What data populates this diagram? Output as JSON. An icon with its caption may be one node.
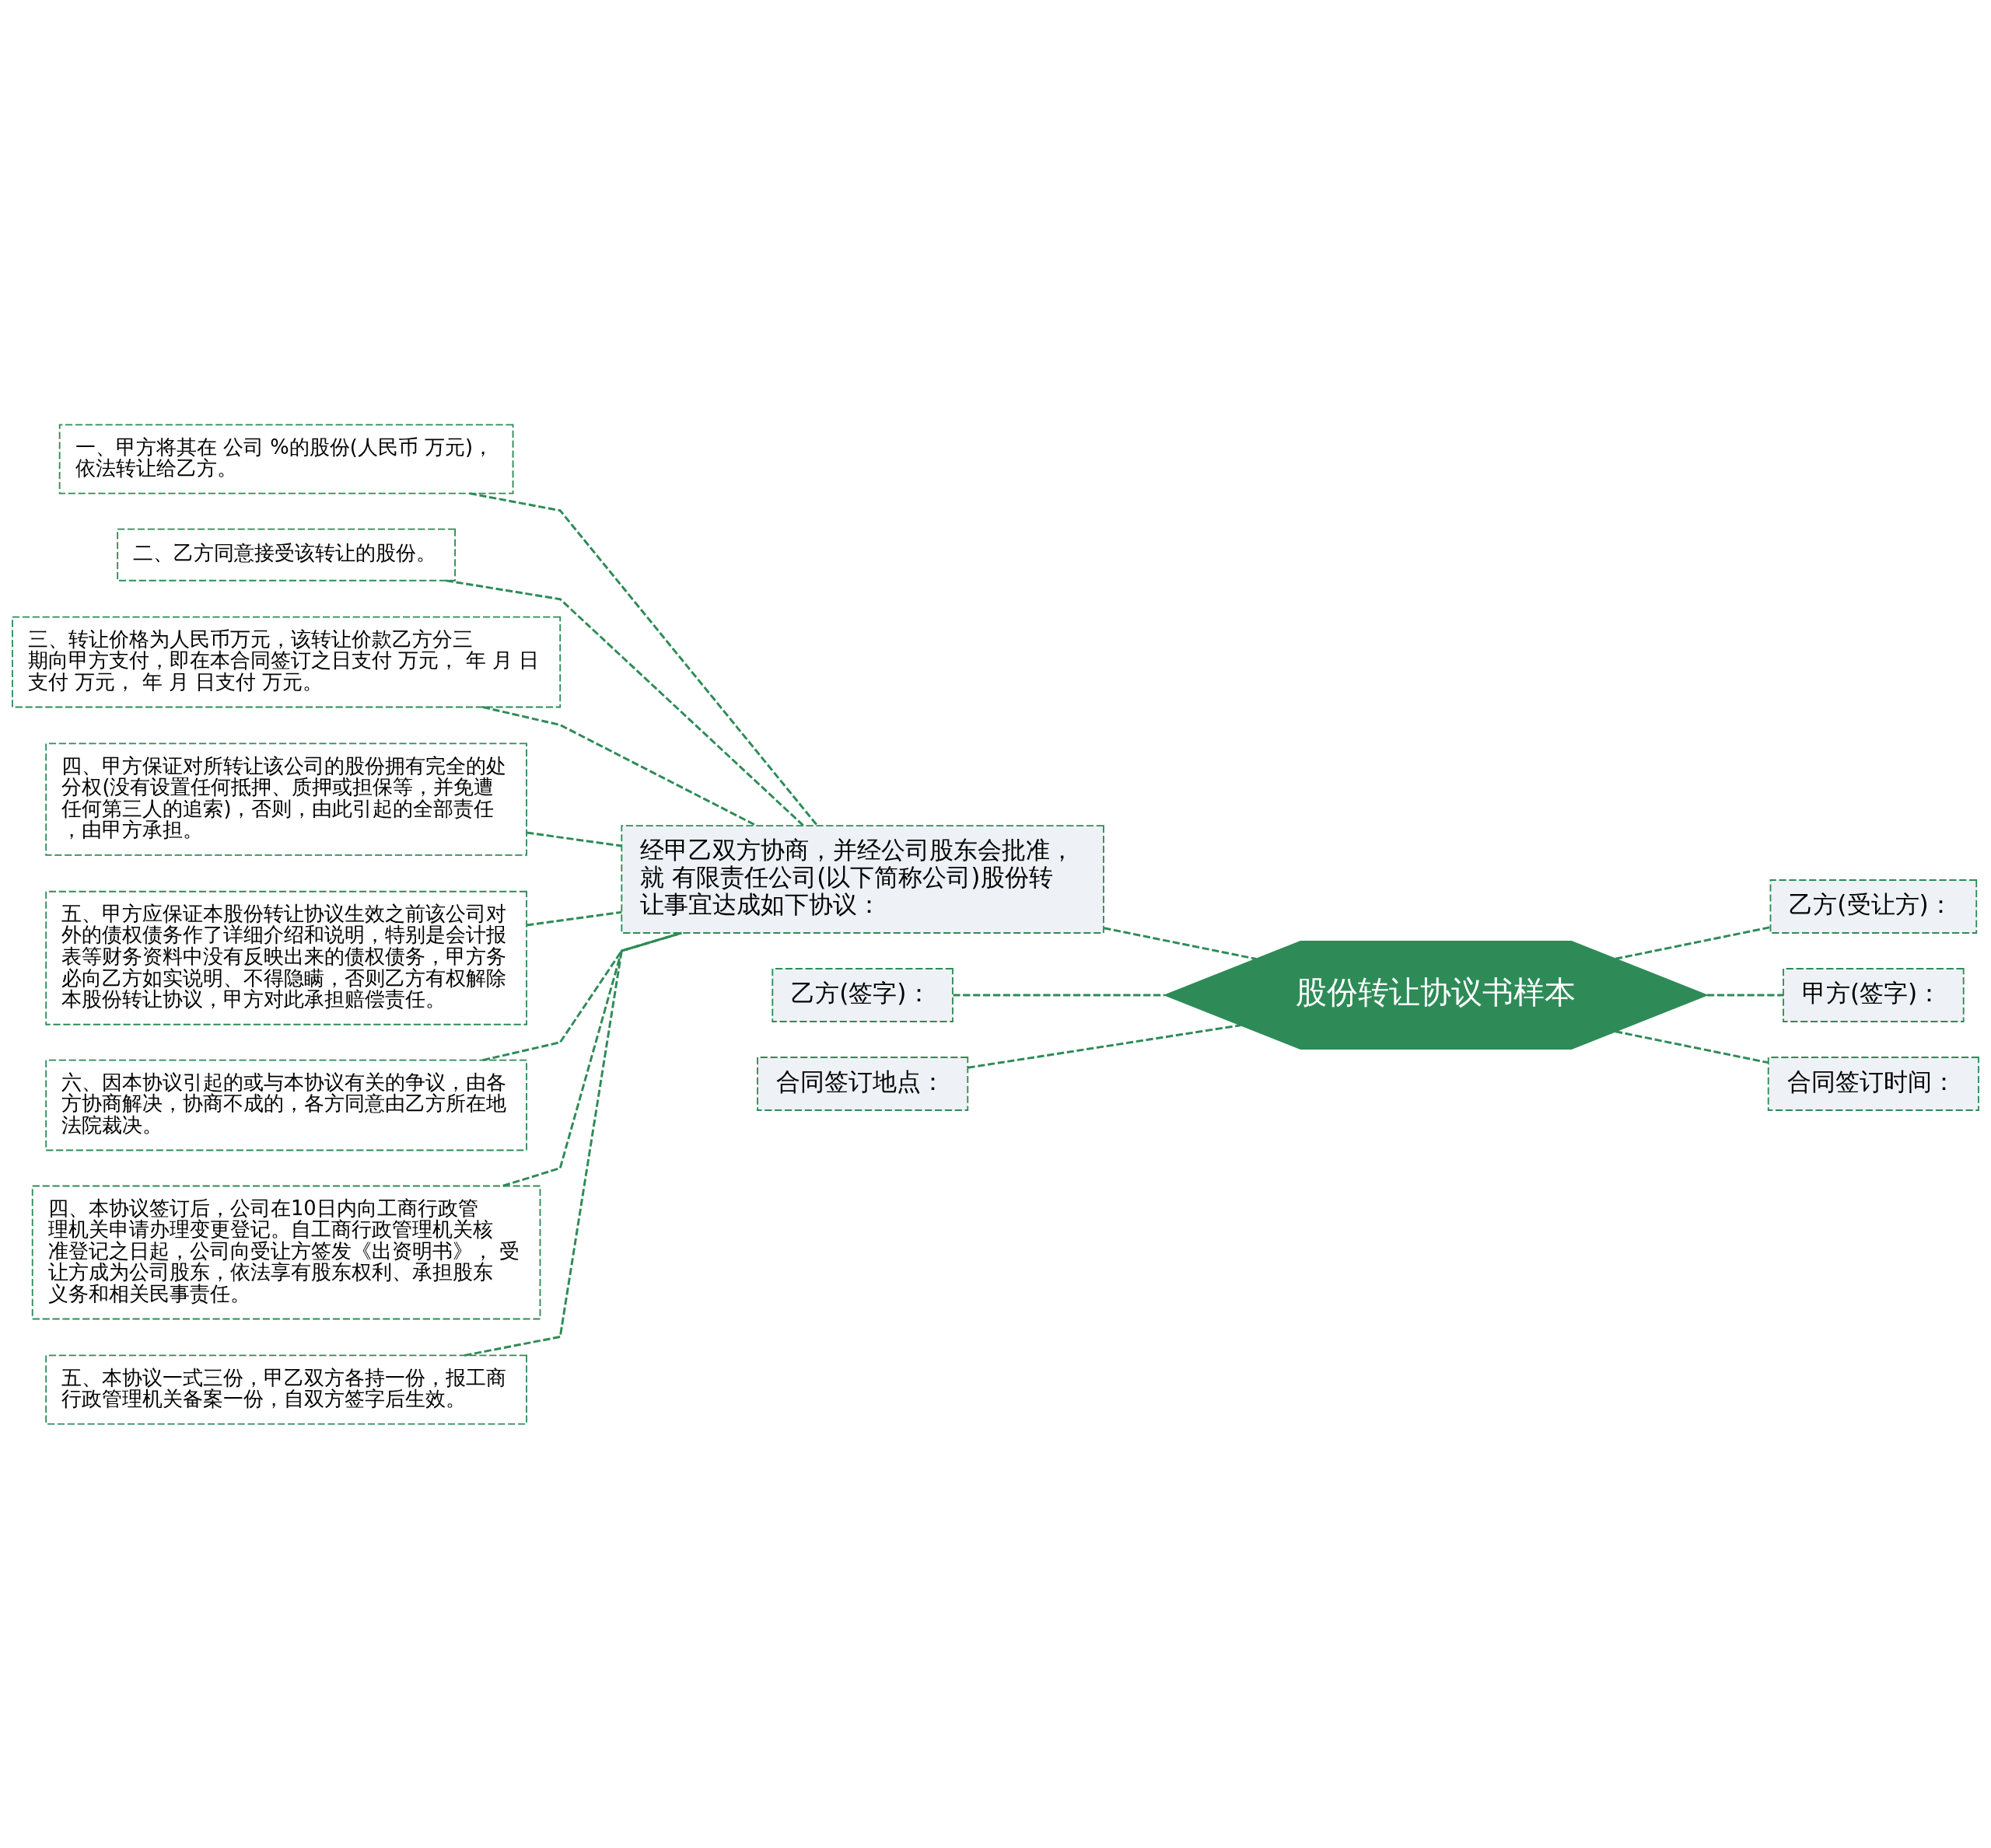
{
  "diagram": {
    "nodes": [
      {
        "text": [
          "股份转让协议书样本"
        ]
      },
      {
        "text": [
          "经甲乙双方协商，并经公司股东会批准，就 有限责任公司(以下简称公司)股份转让事宜达成如下协议："
        ]
      },
      {
        "text": [
          "一、甲方将其在 公司 %的股份(人民币 万元)，依法转让给乙方。"
        ]
      },
      {
        "text": [
          "二、乙方同意接受该转让的股份。"
        ]
      },
      {
        "text": [
          "三、转让价格为人民币万元，该转让价款乙方分三期向甲方支付，即在本合同签订之日支付 万元， 年 月 日支付 万元， 年 月 日支付 万元。"
        ]
      },
      {
        "text": [
          "四、甲方保证对所转让该公司的股份拥有完全的处分权(没有设置任何抵押、质押或担保等，并免遭任何第三人的追索)，否则，由此引起的全部责任，由甲方承担。"
        ]
      },
      {
        "text": [
          "五、甲方应保证本股份转让协议生效之前该公司对外的债权债务作了详细介绍和说明，特别是会计报表等财务资料中没有反映出来的债权债务，甲方务必向乙方如实说明、不得隐瞒，否则乙方有权解除本股份转让协议，甲方对此承担赔偿责任。"
        ]
      },
      {
        "text": [
          "六、因本协议引起的或与本协议有关的争议，由各方协商解决，协商不成的，各方同意由乙方所在地法院裁决。"
        ]
      },
      {
        "text": [
          "四、本协议签订后，公司在10日内向工商行政管理机关申请办理变更登记。自工商行政管理机关核准登记之日起，公司向受让方签发《出资明书》， 受让方成为公司股东，依法享有股东权利、承担股东义务和相关民事责任。"
        ]
      },
      {
        "text": [
          "五、本协议一式三份，甲乙双方各持一份，报工商行政管理机关备案一份，自双方签字后生效。"
        ]
      },
      {
        "text": [
          "乙方(签字)："
        ]
      },
      {
        "text": [
          "合同签订地点："
        ]
      },
      {
        "text": [
          "乙方(受让方)："
        ]
      },
      {
        "text": [
          "甲方(签字)："
        ]
      },
      {
        "text": [
          "合同签订时间："
        ]
      }
    ],
    "edges": [
      {
        "from": 0,
        "to": 1,
        "arrow": "none",
        "style": "dashed"
      },
      {
        "from": 1,
        "to": 2,
        "arrow": "none",
        "style": "dashed"
      },
      {
        "from": 1,
        "to": 3,
        "arrow": "none",
        "style": "dashed"
      },
      {
        "from": 1,
        "to": 4,
        "arrow": "none",
        "style": "dashed"
      },
      {
        "from": 1,
        "to": 5,
        "arrow": "none",
        "style": "dashed"
      },
      {
        "from": 1,
        "to": 6,
        "arrow": "none",
        "style": "dashed"
      },
      {
        "from": 1,
        "to": 7,
        "arrow": "none",
        "style": "dashed"
      },
      {
        "from": 1,
        "to": 8,
        "arrow": "none",
        "style": "dashed"
      },
      {
        "from": 1,
        "to": 9,
        "arrow": "none",
        "style": "dashed"
      },
      {
        "from": 0,
        "to": 10,
        "arrow": "none",
        "style": "dashed"
      },
      {
        "from": 0,
        "to": 11,
        "arrow": "none",
        "style": "dashed"
      },
      {
        "from": 0,
        "to": 12,
        "arrow": "none",
        "style": "dashed"
      },
      {
        "from": 0,
        "to": 13,
        "arrow": "none",
        "style": "dashed"
      },
      {
        "from": 0,
        "to": 14,
        "arrow": "none",
        "style": "dashed"
      }
    ]
  }
}
